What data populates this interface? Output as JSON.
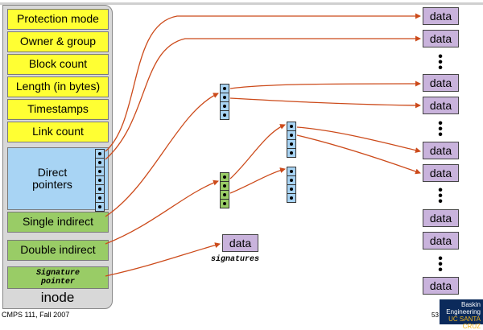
{
  "inode": {
    "title": "inode",
    "fields": [
      {
        "id": "protection",
        "label": "Protection mode"
      },
      {
        "id": "owner",
        "label": "Owner & group"
      },
      {
        "id": "blockcount",
        "label": "Block count"
      },
      {
        "id": "length",
        "label": "Length (in bytes)"
      },
      {
        "id": "timestamps",
        "label": "Timestamps"
      },
      {
        "id": "linkcount",
        "label": "Link count"
      },
      {
        "id": "direct",
        "label": "Direct pointers"
      },
      {
        "id": "single",
        "label": "Single indirect"
      },
      {
        "id": "double",
        "label": "Double indirect"
      },
      {
        "id": "signature",
        "label": "Signature pointer"
      }
    ]
  },
  "data_block_label": "data",
  "signature_block": {
    "label": "data",
    "caption": "signatures"
  },
  "footer": {
    "course": "CMPS 111, Fall 2007",
    "page": "53"
  },
  "logo": {
    "line1": "Baskin",
    "line2": "Engineering",
    "line3": "UC SANTA CRUZ"
  },
  "colors": {
    "metadata_fields": "#ffff33",
    "direct_block": "#a8d4f4",
    "indirect_blocks": "#99cc66",
    "data_blocks": "#c9b3dc",
    "arrows": "#cc4a1a"
  }
}
